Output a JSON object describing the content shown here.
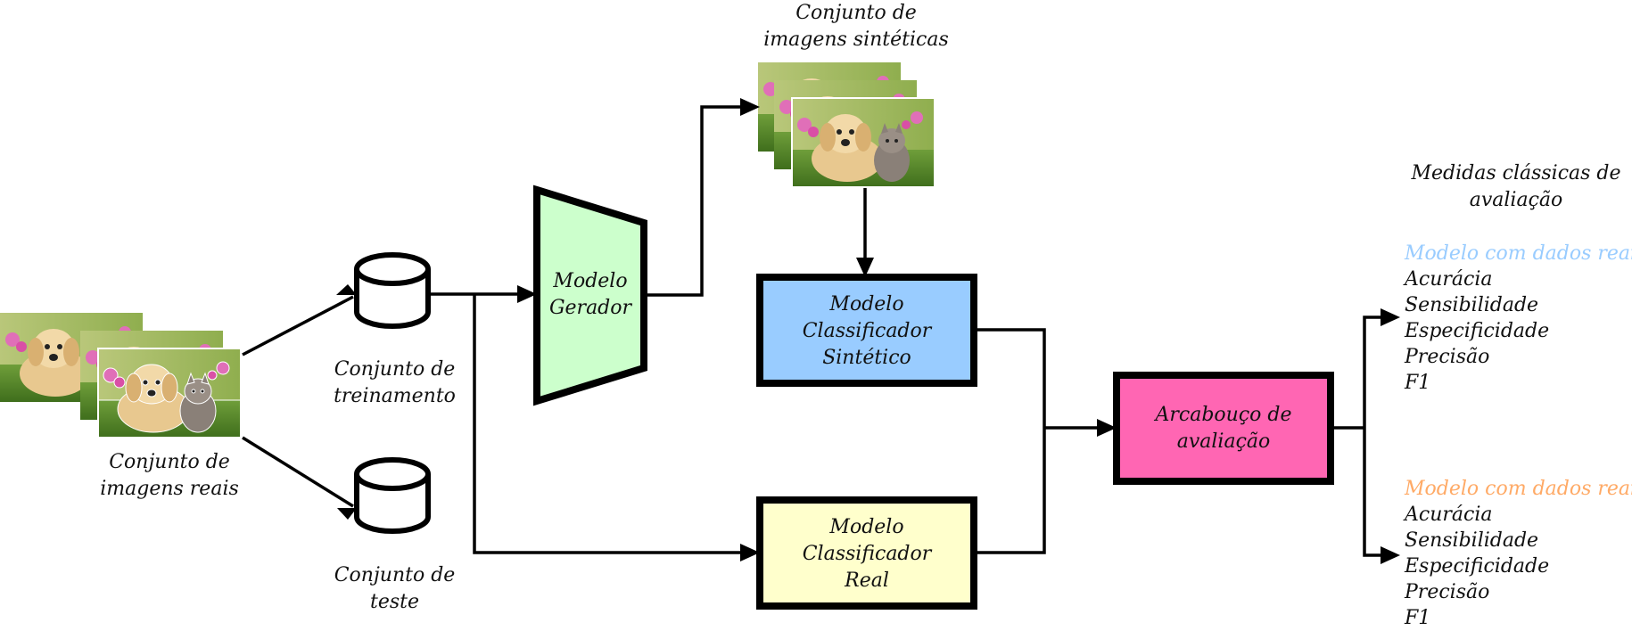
{
  "colors": {
    "generator_fill": "#ccffcc",
    "synthetic_fill": "#99ccff",
    "real_fill": "#ffffcc",
    "evaluation_fill": "#ff66b3",
    "synthetic_title": "#99ccff",
    "real_title": "#ffaa66"
  },
  "icons": [
    "database-icon",
    "photo-stack-icon",
    "arrow-icon"
  ],
  "real_images": {
    "line1": "Conjunto de",
    "line2": "imagens reais"
  },
  "train_set": {
    "line1": "Conjunto de",
    "line2": "treinamento"
  },
  "test_set": {
    "line1": "Conjunto de",
    "line2": "teste"
  },
  "generator": {
    "line1": "Modelo",
    "line2": "Gerador"
  },
  "synthetic_images": {
    "line1": "Conjunto de",
    "line2": "imagens sintéticas"
  },
  "synthetic_classifier": {
    "line1": "Modelo",
    "line2": "Classificador",
    "line3": "Sintético"
  },
  "real_classifier": {
    "line1": "Modelo",
    "line2": "Classificador",
    "line3": "Real"
  },
  "evaluation": {
    "line1": "Arcabouço de",
    "line2": "avaliação"
  },
  "metrics_heading": {
    "line1": "Medidas clássicas de",
    "line2": "avaliação"
  },
  "synthetic_metrics": {
    "title": "Modelo com dados reais",
    "items": [
      "Acurácia",
      "Sensibilidade",
      "Especificidade",
      "Precisão",
      "F1"
    ]
  },
  "real_metrics": {
    "title": "Modelo com dados reais",
    "items": [
      "Acurácia",
      "Sensibilidade",
      "Especificidade",
      "Precisão",
      "F1"
    ]
  }
}
